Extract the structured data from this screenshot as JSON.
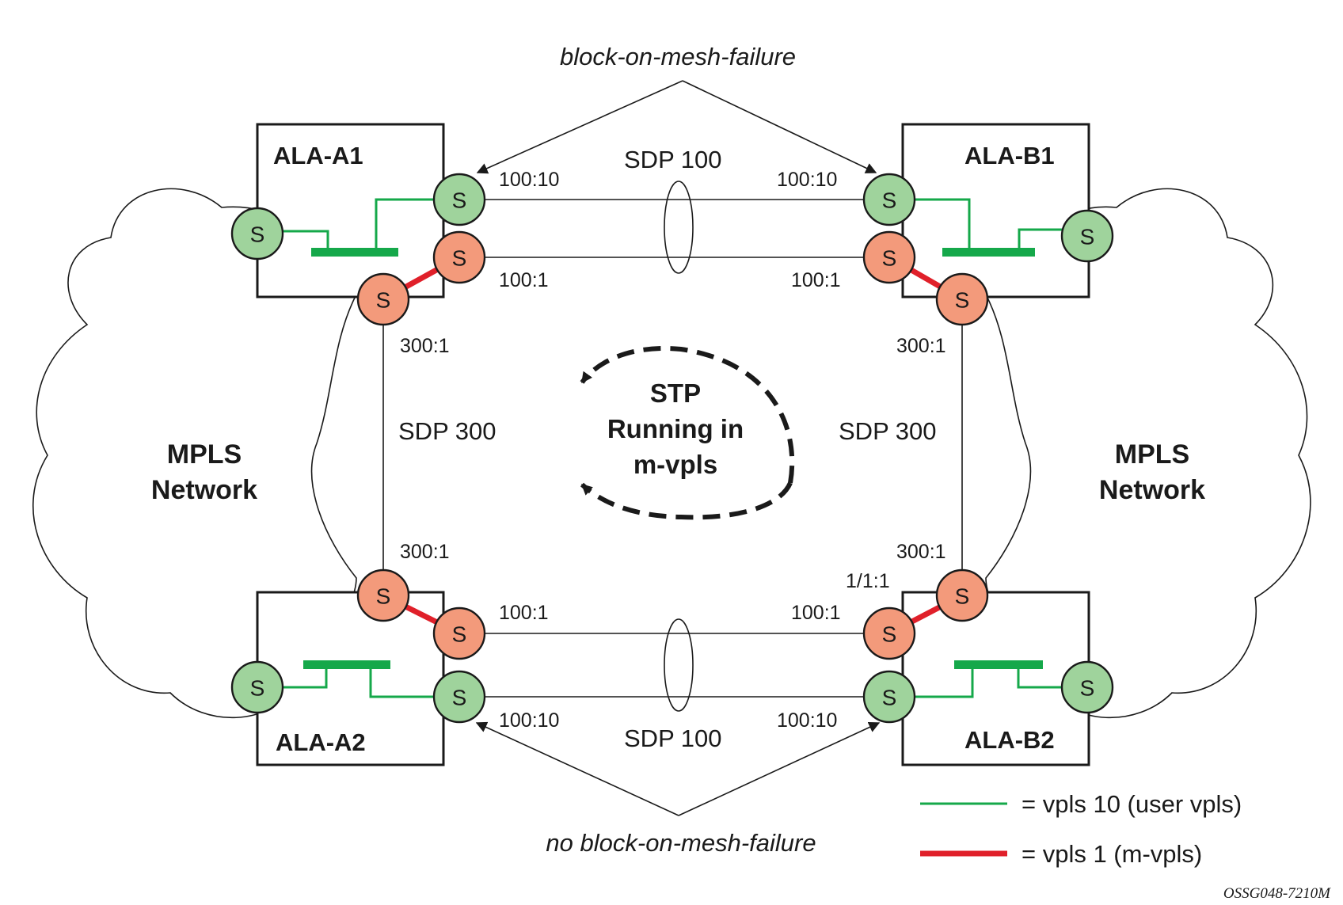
{
  "nodes": {
    "a1": "ALA-A1",
    "b1": "ALA-B1",
    "a2": "ALA-A2",
    "b2": "ALA-B2"
  },
  "clouds": {
    "left": [
      "MPLS",
      "Network"
    ],
    "right": [
      "MPLS",
      "Network"
    ]
  },
  "sap_letter": "S",
  "sdp_top": "SDP 100",
  "sdp_bottom": "SDP 100",
  "sdp_left": "SDP 300",
  "sdp_right": "SDP 300",
  "ports": {
    "a1_top": "100:10",
    "a1_mid": "100:1",
    "a1_down": "300:1",
    "b1_top": "100:10",
    "b1_mid": "100:1",
    "b1_down": "300:1",
    "a2_up": "300:1",
    "a2_mid": "100:1",
    "a2_bot": "100:10",
    "b2_up": "300:1",
    "b2_sap": "1/1:1",
    "b2_mid": "100:1",
    "b2_bot": "100:10"
  },
  "stp": [
    "STP",
    "Running in",
    "m-vpls"
  ],
  "annotations": {
    "top": "block-on-mesh-failure",
    "bottom": "no block-on-mesh-failure"
  },
  "legend": {
    "green": "= vpls 10 (user vpls)",
    "red": "= vpls 1 (m-vpls)"
  },
  "figure_id": "OSSG048-7210M",
  "colors": {
    "green_fill": "#9fd39c",
    "red_fill": "#f39a7b",
    "green_line": "#15a84a",
    "red_line": "#e0202a",
    "stroke": "#1a1a1a"
  }
}
